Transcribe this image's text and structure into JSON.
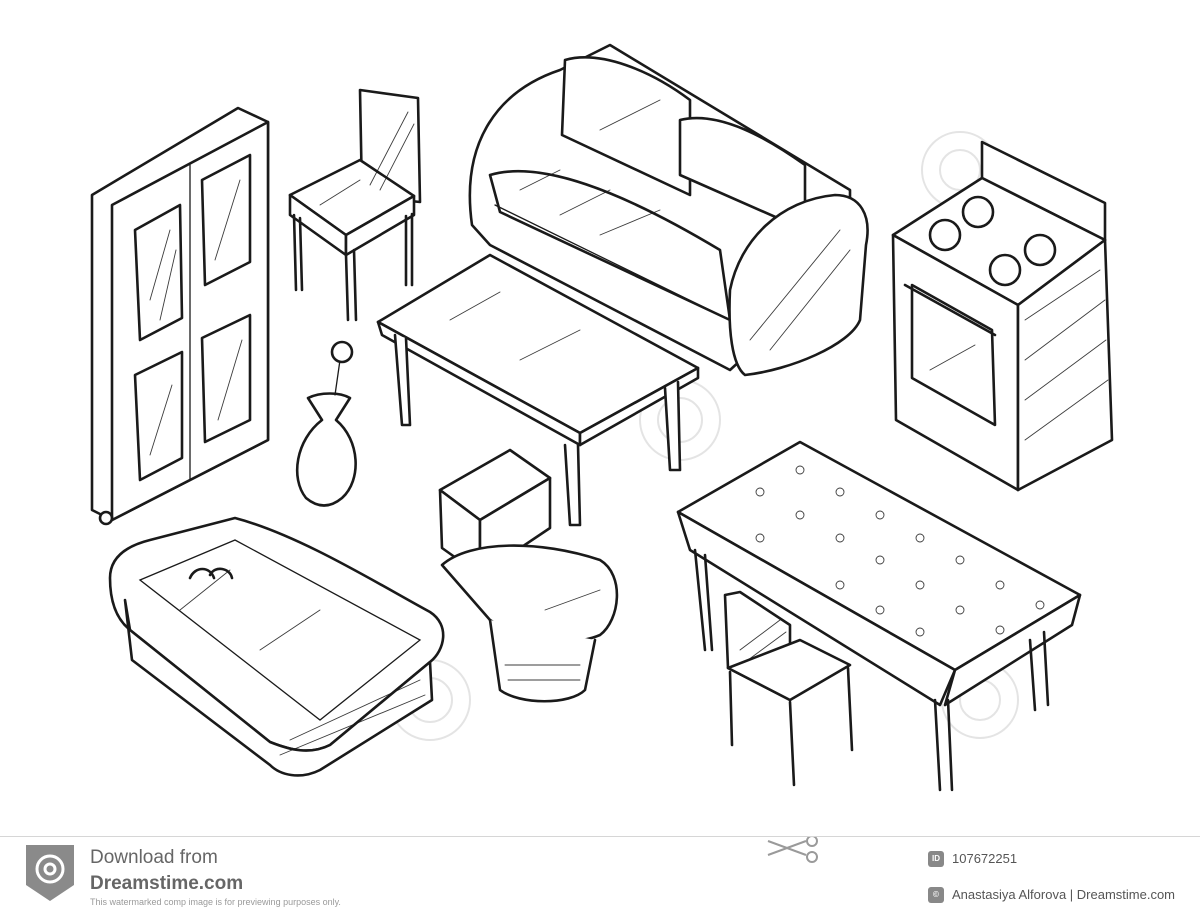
{
  "footer": {
    "download_label": "Download from",
    "site_label": "Dreamstime.com",
    "watermark_note": "This watermarked comp image is for previewing purposes only.",
    "id_badge": "ID",
    "image_id": "107672251",
    "author_credit": "Anastasiya Alforova | Dreamstime.com"
  },
  "illustration": {
    "style": "black ink line drawing on white",
    "items": [
      "wardrobe-icon",
      "chair-icon",
      "sofa-icon",
      "stove-icon",
      "coffee-table-icon",
      "vase-icon",
      "toilet-icon",
      "bathtub-icon",
      "dining-table-icon",
      "dining-chair-icon"
    ]
  },
  "colors": {
    "ink": "#1a1a1a",
    "background": "#ffffff",
    "footer_text": "#666666"
  }
}
